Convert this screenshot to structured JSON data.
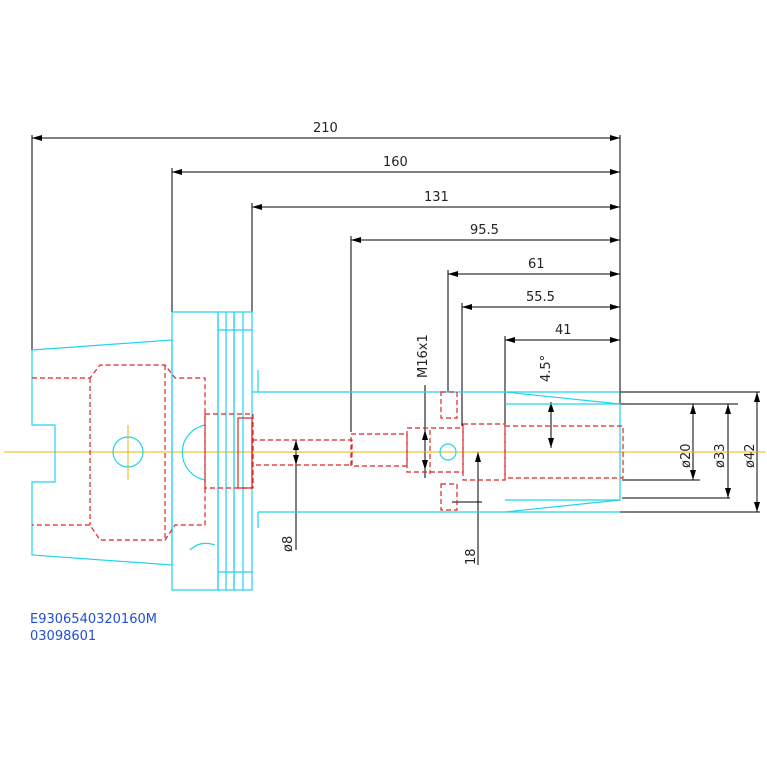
{
  "dimensions": {
    "d210": "210",
    "d160": "160",
    "d131": "131",
    "d95_5": "95.5",
    "d61": "61",
    "d55_5": "55.5",
    "d41": "41",
    "thread": "M16x1",
    "angle": "4.5°",
    "dia20": "ø20",
    "dia33": "ø33",
    "dia42": "ø42",
    "dia8": "ø8",
    "d18": "18"
  },
  "part_codes": {
    "line1": "E9306540320160M",
    "line2": "03098601"
  },
  "colors": {
    "outline": "#22d3ee",
    "hidden": "#dc2626",
    "centerline": "#eab308",
    "dimension": "#000000",
    "code_text": "#1f4fd8"
  }
}
